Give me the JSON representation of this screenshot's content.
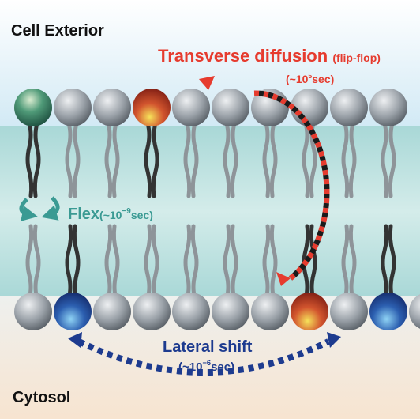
{
  "regions": {
    "exterior_label": "Cell Exterior",
    "cytosol_label": "Cytosol"
  },
  "transverse": {
    "title": "Transverse diffusion",
    "subtitle": "(flip-flop)",
    "time_prefix": "(~10",
    "time_exp": "5",
    "time_suffix": "sec)"
  },
  "flex": {
    "title": "Flex",
    "time_prefix": "(~10",
    "time_exp": "−9",
    "time_suffix": "sec)"
  },
  "lateral": {
    "title": "Lateral shift",
    "time_prefix": "(~10",
    "time_exp": "−6",
    "time_suffix": "sec)"
  },
  "colors": {
    "transverse": "#e63b2e",
    "lateral": "#1d3b8f",
    "flex": "#3a9a93",
    "core": "#b5dedd",
    "exterior": "#dceef6",
    "cytosol": "#f4e8dc"
  },
  "membrane": {
    "upper_leaflet": [
      "green-head",
      "gray-head",
      "gray-head",
      "red-head",
      "gray-head",
      "gray-head",
      "gray-head",
      "gray-head",
      "gray-head",
      "gray-head"
    ],
    "lower_leaflet": [
      "gray-head",
      "blue-head",
      "gray-head",
      "gray-head",
      "gray-head",
      "gray-head",
      "gray-head",
      "red-head",
      "gray-head",
      "blue-head",
      "gray-head"
    ]
  },
  "icons": {
    "flex": "curved-flex-arrows-icon"
  }
}
